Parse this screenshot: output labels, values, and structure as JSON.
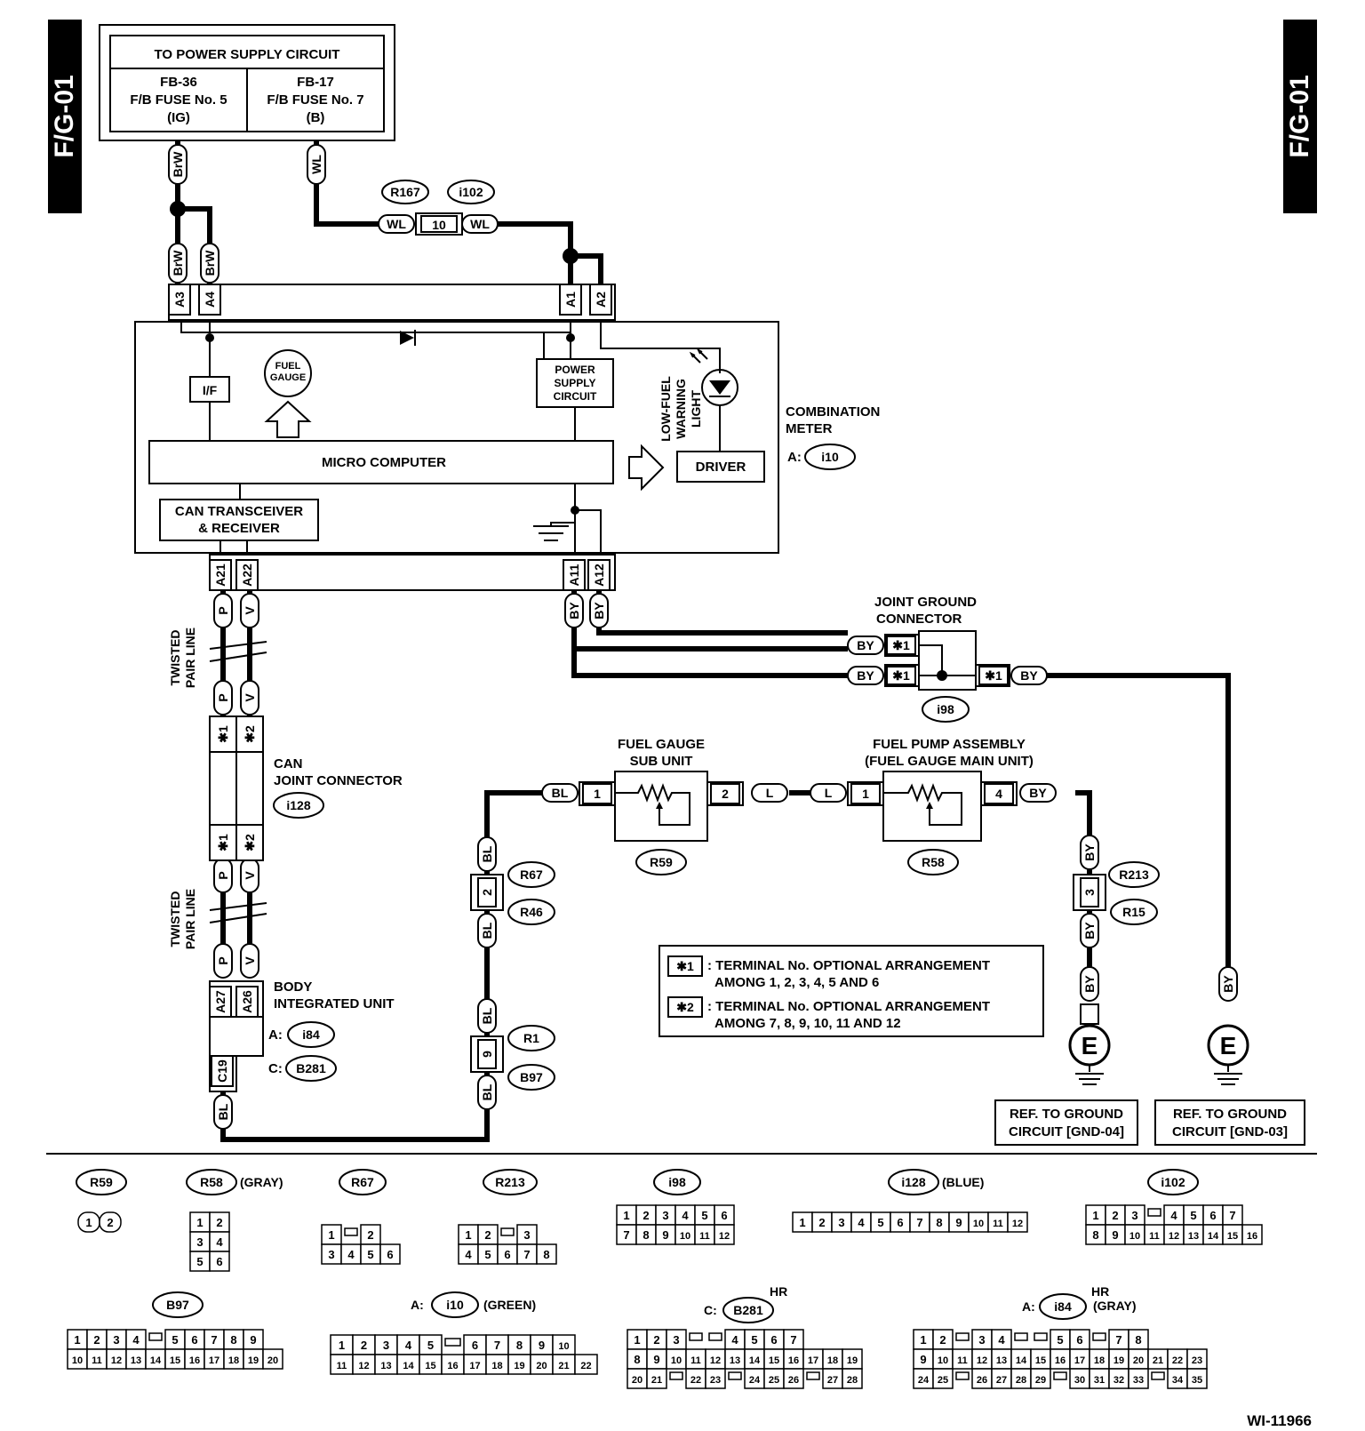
{
  "page_tag": "F/G-01",
  "figure_id": "WI-11966",
  "power_supply": {
    "title": "TO POWER SUPPLY CIRCUIT",
    "left": [
      "FB-36",
      "F/B FUSE No. 5",
      "(IG)"
    ],
    "right": [
      "FB-17",
      "F/B FUSE No. 7",
      "(B)"
    ]
  },
  "wire_colors": {
    "brw": "BrW",
    "wl": "WL",
    "p": "P",
    "v": "V",
    "by": "BY",
    "bl": "BL",
    "l": "L"
  },
  "meter": {
    "label": [
      "COMBINATION",
      "METER"
    ],
    "connector_prefix": "A:",
    "connector": "i10",
    "terminals": [
      "A3",
      "A4",
      "A1",
      "A2",
      "A21",
      "A22",
      "A11",
      "A12"
    ],
    "fuel_gauge": [
      "FUEL",
      "GAUGE"
    ],
    "if_label": "I/F",
    "power_supply_circuit": [
      "POWER",
      "SUPPLY",
      "CIRCUIT"
    ],
    "micro_computer": "MICRO COMPUTER",
    "can_transceiver": [
      "CAN TRANSCEIVER",
      "& RECEIVER"
    ],
    "low_fuel": [
      "LOW-FUEL",
      "WARNING",
      "LIGHT"
    ],
    "driver": "DRIVER"
  },
  "inline_connector": {
    "codes": [
      "R167",
      "i102"
    ],
    "pin": "10"
  },
  "twisted_pair": [
    "TWISTED",
    "PAIR LINE"
  ],
  "can_joint": {
    "label": [
      "CAN",
      "JOINT CONNECTOR"
    ],
    "code": "i128",
    "star1": "✱1",
    "star2": "✱2"
  },
  "body_unit": {
    "label": [
      "BODY",
      "INTEGRATED UNIT"
    ],
    "a_prefix": "A:",
    "a_code": "i84",
    "c_prefix": "C:",
    "c_code": "B281",
    "terminals": [
      "A27",
      "A26",
      "C19"
    ]
  },
  "joint_ground": {
    "label": [
      "JOINT GROUND",
      "CONNECTOR"
    ],
    "code": "i98",
    "star1": "✱1"
  },
  "fuel_gauge_sub": {
    "label": [
      "FUEL GAUGE",
      "SUB UNIT"
    ],
    "code": "R59",
    "pins": [
      "1",
      "2"
    ]
  },
  "fuel_pump": {
    "label": [
      "FUEL PUMP ASSEMBLY",
      "(FUEL GAUGE MAIN UNIT)"
    ],
    "code": "R58",
    "pins": [
      "1",
      "4"
    ]
  },
  "connectors_mid": {
    "r67": "R67",
    "r46": "R46",
    "pin2": "2",
    "r1": "R1",
    "b97": "B97",
    "pin9": "9",
    "r213": "R213",
    "r15": "R15",
    "pin3": "3"
  },
  "legend": {
    "star1": "✱1",
    "star2": "✱2",
    "line1": [
      ": TERMINAL No. OPTIONAL ARRANGEMENT",
      "AMONG 1, 2, 3, 4, 5 AND 6"
    ],
    "line2": [
      ": TERMINAL No. OPTIONAL ARRANGEMENT",
      "AMONG 7, 8, 9, 10, 11 AND 12"
    ]
  },
  "ground_symbol": "E",
  "grounds": [
    [
      "REF. TO GROUND",
      "CIRCUIT [GND-04]"
    ],
    [
      "REF. TO GROUND",
      "CIRCUIT [GND-03]"
    ]
  ],
  "connector_views": {
    "r59": {
      "code": "R59",
      "rows": [
        [
          "1",
          "2"
        ]
      ]
    },
    "r58": {
      "code": "R58",
      "note": "(GRAY)",
      "rows": [
        [
          "1",
          "2"
        ],
        [
          "3",
          "4"
        ],
        [
          "5",
          "6"
        ]
      ]
    },
    "r67": {
      "code": "R67",
      "rows": [
        [
          "1",
          "",
          "2"
        ],
        [
          "3",
          "4",
          "5",
          "6"
        ]
      ]
    },
    "r213": {
      "code": "R213",
      "rows": [
        [
          "1",
          "2",
          "",
          "3"
        ],
        [
          "4",
          "5",
          "6",
          "7",
          "8"
        ]
      ]
    },
    "i98": {
      "code": "i98",
      "rows": [
        [
          "1",
          "2",
          "3",
          "4",
          "5",
          "6"
        ],
        [
          "7",
          "8",
          "9",
          "10",
          "11",
          "12"
        ]
      ]
    },
    "i128": {
      "code": "i128",
      "note": "(BLUE)",
      "rows": [
        [
          "1",
          "2",
          "3",
          "4",
          "5",
          "6",
          "7",
          "8",
          "9",
          "10",
          "11",
          "12"
        ]
      ]
    },
    "i102": {
      "code": "i102",
      "rows": [
        [
          "1",
          "2",
          "3",
          "",
          "4",
          "5",
          "6",
          "7"
        ],
        [
          "8",
          "9",
          "10",
          "11",
          "12",
          "13",
          "14",
          "15",
          "16"
        ]
      ]
    },
    "b97": {
      "code": "B97",
      "rows": [
        [
          "1",
          "2",
          "3",
          "4",
          "",
          "5",
          "6",
          "7",
          "8",
          "9"
        ],
        [
          "10",
          "11",
          "12",
          "13",
          "14",
          "15",
          "16",
          "17",
          "18",
          "19",
          "20"
        ]
      ]
    },
    "i10": {
      "prefix": "A:",
      "code": "i10",
      "note": "(GREEN)",
      "rows": [
        [
          "1",
          "2",
          "3",
          "4",
          "5",
          "",
          "6",
          "7",
          "8",
          "9",
          "10"
        ],
        [
          "11",
          "12",
          "13",
          "14",
          "15",
          "16",
          "17",
          "18",
          "19",
          "20",
          "21",
          "22"
        ]
      ]
    },
    "b281": {
      "prefix": "C:",
      "code": "B281",
      "note": "HR",
      "rows": [
        [
          "1",
          "2",
          "3",
          "",
          "",
          "4",
          "5",
          "6",
          "7"
        ],
        [
          "8",
          "9",
          "10",
          "11",
          "12",
          "13",
          "14",
          "15",
          "16",
          "17",
          "18",
          "19"
        ],
        [
          "20",
          "21",
          "",
          "22",
          "23",
          "",
          "24",
          "25",
          "26",
          "",
          "27",
          "28"
        ]
      ]
    },
    "i84": {
      "prefix": "A:",
      "code": "i84",
      "note_top": "HR",
      "note": "(GRAY)",
      "rows": [
        [
          "1",
          "2",
          "",
          "3",
          "4",
          "",
          "",
          "5",
          "6",
          "",
          "7",
          "8"
        ],
        [
          "9",
          "10",
          "11",
          "12",
          "13",
          "14",
          "15",
          "16",
          "17",
          "18",
          "19",
          "20",
          "21",
          "22",
          "23"
        ],
        [
          "24",
          "25",
          "",
          "26",
          "27",
          "28",
          "29",
          "",
          "30",
          "31",
          "32",
          "33",
          "",
          "34",
          "35"
        ]
      ]
    }
  }
}
